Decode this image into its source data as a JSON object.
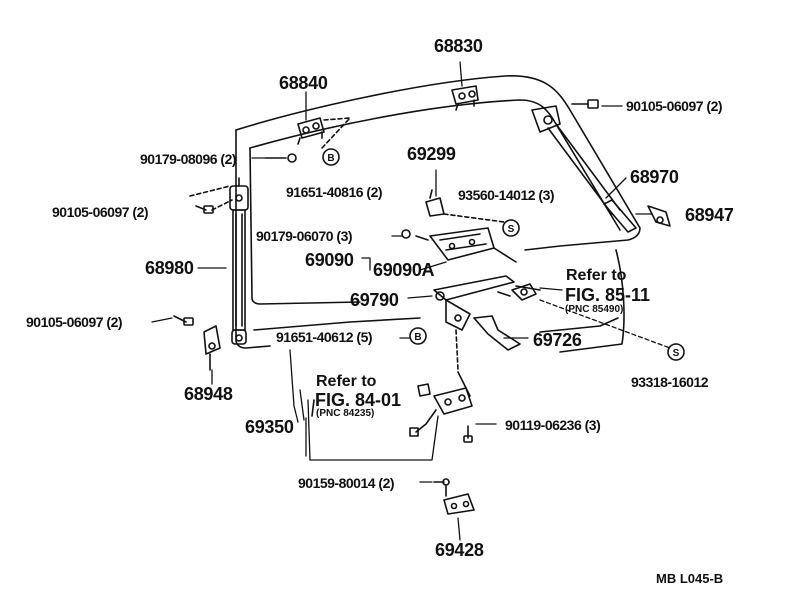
{
  "parts": {
    "p68830": "68830",
    "p68840": "68840",
    "p90105_top": "90105-06097 (2)",
    "p90179_08096": "90179-08096 (2)",
    "p69299": "69299",
    "p68970": "68970",
    "p91651_40816": "91651-40816 (2)",
    "p93560": "93560-14012 (3)",
    "p90105_left": "90105-06097 (2)",
    "p68947": "68947",
    "p90179_06070": "90179-06070 (3)",
    "p68980": "68980",
    "p69090": "69090",
    "p69090A": "69090A",
    "p69790": "69790",
    "p90105_mid": "90105-06097 (2)",
    "p91651_40612": "91651-40612 (5)",
    "p69726": "69726",
    "p93318": "93318-16012",
    "p68948": "68948",
    "p69350": "69350",
    "p90119": "90119-06236 (3)",
    "p90159": "90159-80014 (2)",
    "p69428": "69428"
  },
  "refs": {
    "r1_text": "Refer to",
    "r1_fig": "FIG. 85-11",
    "r1_pnc": "(PNC 85490)",
    "r2_text": "Refer to",
    "r2_fig": "FIG. 84-01",
    "r2_pnc": "(PNC 84235)"
  },
  "symbols": {
    "B": "B",
    "S": "S"
  },
  "code": "MB  L045-B"
}
